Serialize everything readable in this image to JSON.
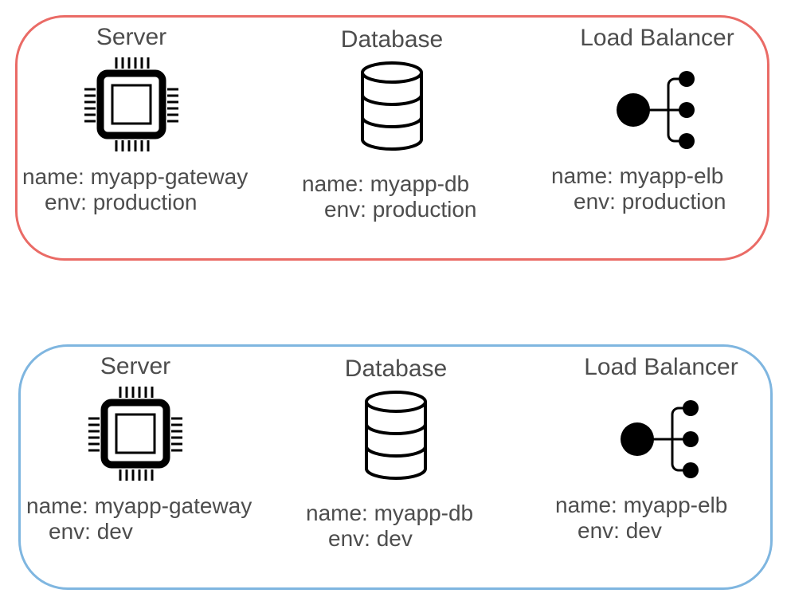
{
  "colors": {
    "production_border": "#ea6b66",
    "dev_border": "#7fb6e0",
    "icon": "#000000",
    "text": "#4d4d4d"
  },
  "groups": [
    {
      "id": "production",
      "resources": [
        {
          "title": "Server",
          "icon": "chip-icon",
          "name": "name: myapp-gateway",
          "env": "env: production"
        },
        {
          "title": "Database",
          "icon": "database-icon",
          "name": "name: myapp-db",
          "env": "env: production"
        },
        {
          "title": "Load Balancer",
          "icon": "load-balancer-icon",
          "name": "name: myapp-elb",
          "env": "env: production"
        }
      ]
    },
    {
      "id": "dev",
      "resources": [
        {
          "title": "Server",
          "icon": "chip-icon",
          "name": "name: myapp-gateway",
          "env": "env: dev"
        },
        {
          "title": "Database",
          "icon": "database-icon",
          "name": "name: myapp-db",
          "env": "env: dev"
        },
        {
          "title": "Load Balancer",
          "icon": "load-balancer-icon",
          "name": "name: myapp-elb",
          "env": "env: dev"
        }
      ]
    }
  ]
}
